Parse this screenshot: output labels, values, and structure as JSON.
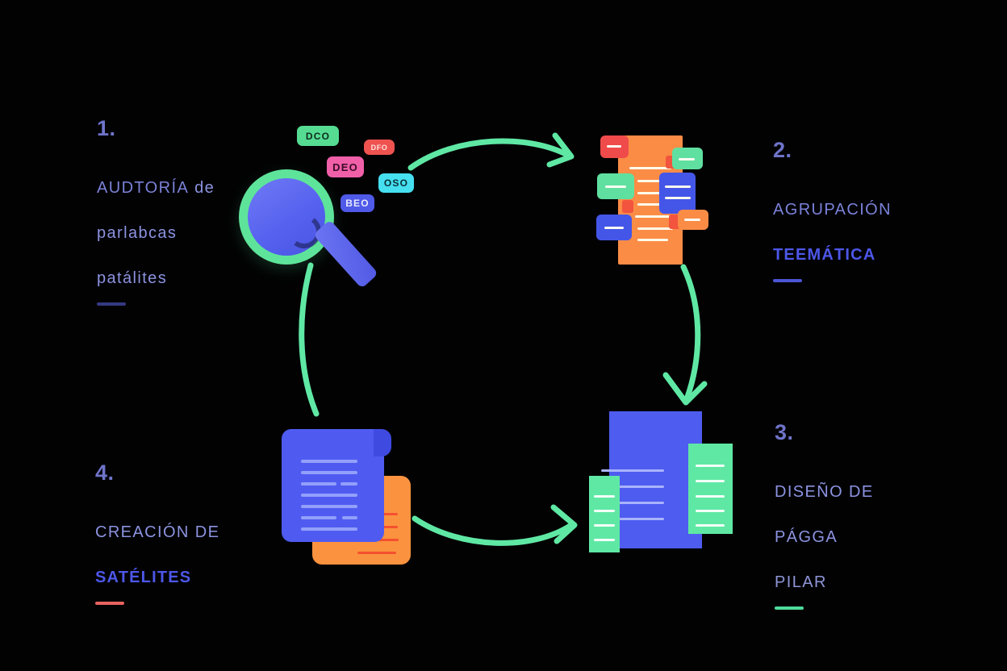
{
  "page": {
    "background_color": "#020203",
    "accent_blue": "#4d57e8",
    "accent_green": "#5fe8a4",
    "accent_orange": "#fb8c46",
    "accent_red": "#ef5350",
    "text_color": "#7b82d8"
  },
  "steps": [
    {
      "number": "1.",
      "title_line1_light": "AUDTORÍA",
      "title_line1_rest": " de",
      "title_line2": "parlabcas",
      "title_line3": "patálites",
      "rule_color": "#353a82"
    },
    {
      "number": "2.",
      "title_line1": "AGRUPACIÓN",
      "title_line2": "TEEMÁTICA",
      "rule_color": "#4b55d6"
    },
    {
      "number": "3.",
      "title_line1": "DISEÑO DE",
      "title_line2": "PÁGGA",
      "title_line3": "PILAR",
      "rule_color": "#4ddb9b"
    },
    {
      "number": "4.",
      "title_line1": "CREACIÓN DE",
      "title_line2": "SATÉLITES",
      "rule_color": "#e8635f"
    }
  ],
  "keyword_tags": [
    {
      "id": "dco",
      "label": "DCO",
      "bg": "#55dc92",
      "fg": "#0d2b1d"
    },
    {
      "id": "dfo",
      "label": "DFO",
      "bg": "#ef5350",
      "fg": "#fde3e1"
    },
    {
      "id": "deo",
      "label": "DEO",
      "bg": "#f05fa8",
      "fg": "#3d0a27"
    },
    {
      "id": "oso",
      "label": "OSO",
      "bg": "#45dff0",
      "fg": "#093038"
    },
    {
      "id": "beo",
      "label": "BEO",
      "bg": "#4f5ae8",
      "fg": "#e8eafd"
    }
  ],
  "icons": {
    "magnifier": "magnifying-glass-icon",
    "grouping": "grouped-cards-icon",
    "pillar": "pillar-page-icon",
    "satellites": "satellite-documents-icon"
  },
  "arrows": [
    {
      "id": "top",
      "direction": "right",
      "color": "#5fe8a4"
    },
    {
      "id": "right",
      "direction": "down",
      "color": "#5fe8a4"
    },
    {
      "id": "bottom",
      "direction": "right",
      "color": "#5fe8a4"
    },
    {
      "id": "left",
      "direction": "up",
      "color": "#5fe8a4"
    }
  ]
}
